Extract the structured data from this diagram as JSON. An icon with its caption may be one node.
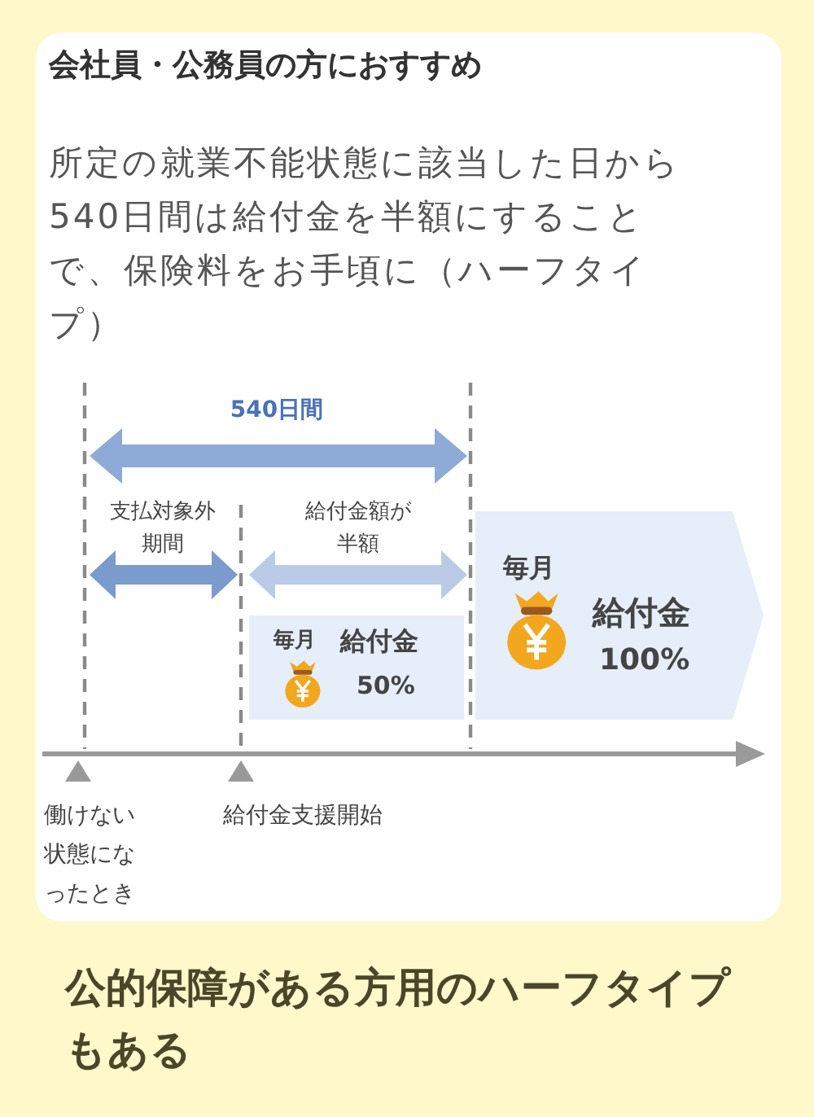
{
  "diagram": {
    "title": "会社員・公務員の方におすすめ",
    "caption": "公的保障がある方用のハーフタイプもある",
    "nodes": [
      {
        "text": [
          "毎月",
          "給付金",
          "50%"
        ]
      },
      {
        "text": [
          "毎月",
          "給付金",
          "100%"
        ]
      }
    ],
    "labels": [
      "所定の就業不能状態に該当した日から540日間は給付金を半額にすることで、保険料をお手頃に（ハーフタイプ）",
      "540日間",
      "支払対象外期間",
      "給付金額が半額",
      "働けない状態になったとき",
      "給付金支援開始"
    ]
  }
}
